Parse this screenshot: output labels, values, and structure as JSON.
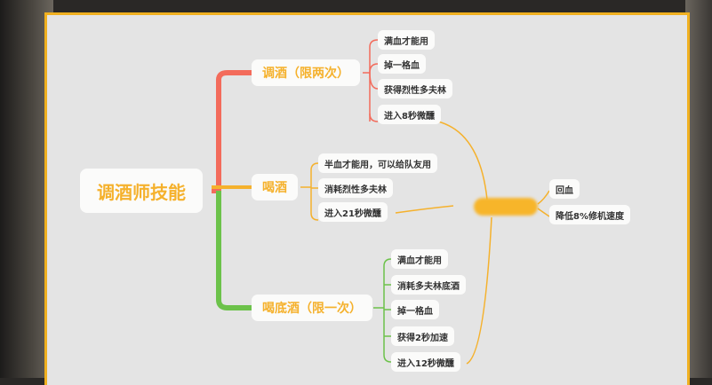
{
  "root": "调酒师技能",
  "branches": [
    {
      "label": "调酒（限两次）",
      "color": "#f36b5b",
      "leaves": [
        "满血才能用",
        "掉一格血",
        "获得烈性多夫林",
        "进入8秒微醺"
      ]
    },
    {
      "label": "喝酒",
      "color": "#f5b12c",
      "leaves": [
        "半血才能用，可以给队友用",
        "消耗烈性多夫林",
        "进入21秒微醺"
      ]
    },
    {
      "label": "喝底酒（限一次）",
      "color": "#6cc24a",
      "leaves": [
        "满血才能用",
        "消耗多夫林底酒",
        "掉一格血",
        "获得2秒加速",
        "进入12秒微醺"
      ]
    }
  ],
  "results": [
    "回血",
    "降低8%修机速度"
  ]
}
